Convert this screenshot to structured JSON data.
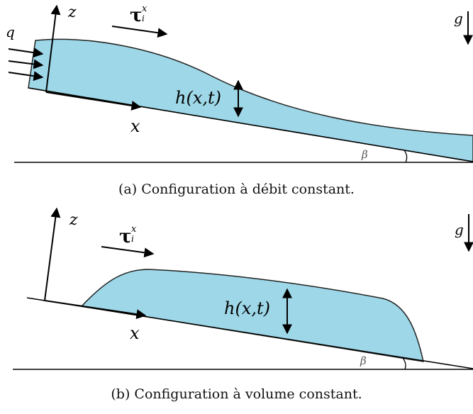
{
  "panel_a": {
    "caption": "(a) Configuration à débit constant.",
    "labels": {
      "z": "z",
      "x": "x",
      "g": "g",
      "q": "q",
      "h": "h(x,t)",
      "beta": "β",
      "tau": "τ",
      "tau_sup": "x",
      "tau_sub": "i"
    }
  },
  "panel_b": {
    "caption": "(b) Configuration à volume constant.",
    "labels": {
      "z": "z",
      "x": "x",
      "g": "g",
      "h": "h(x,t)",
      "beta": "β",
      "tau": "τ",
      "tau_sup": "x",
      "tau_sub": "i"
    }
  },
  "colors": {
    "fluid": "#9ed8e8",
    "line": "#000000"
  }
}
